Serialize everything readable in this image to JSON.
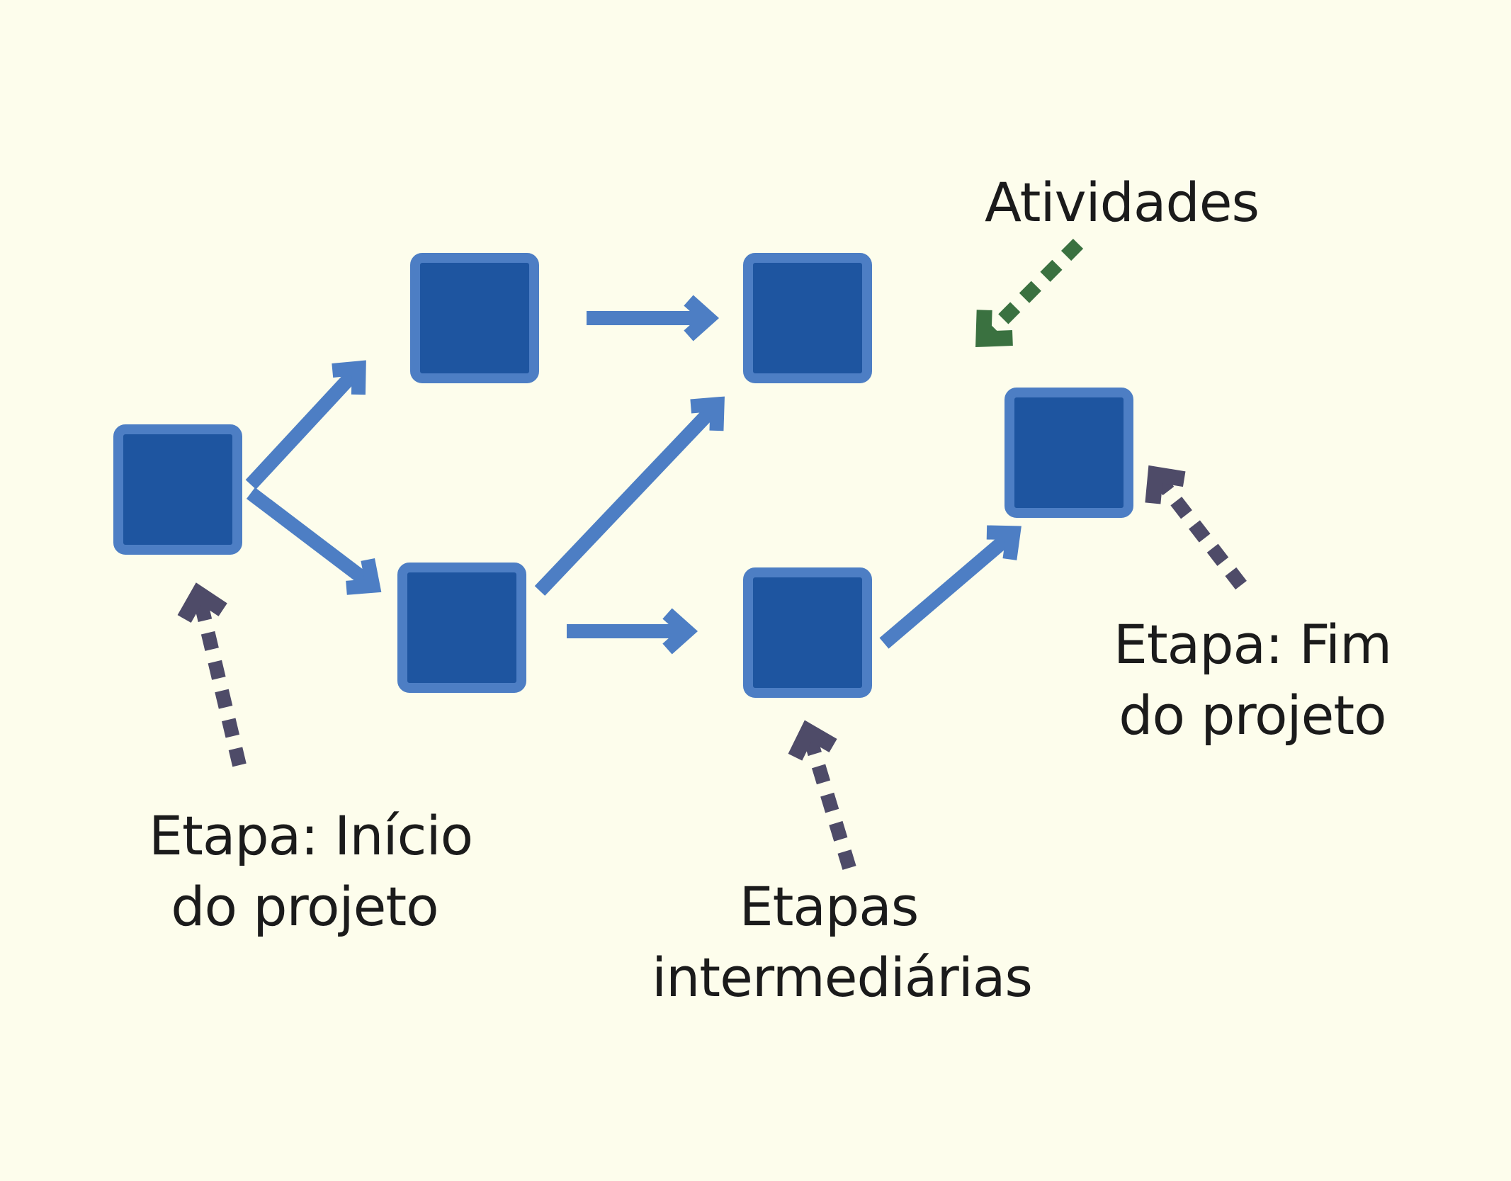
{
  "colors": {
    "background": "#fdfdec",
    "node_fill": "#1e55a0",
    "node_border": "#4d7ec4",
    "arrow": "#4d7ec4",
    "pointer_dark": "#4e4b68",
    "pointer_green": "#3a7140",
    "text": "#1b1b1b"
  },
  "labels": {
    "inicio": {
      "line1": "Etapa: Início",
      "line2": "do projeto"
    },
    "intermediarias": {
      "line1": "Etapas",
      "line2": "intermediárias"
    },
    "fim": {
      "line1": "Etapa: Fim",
      "line2": "do projeto"
    },
    "atividades": "Atividades"
  }
}
